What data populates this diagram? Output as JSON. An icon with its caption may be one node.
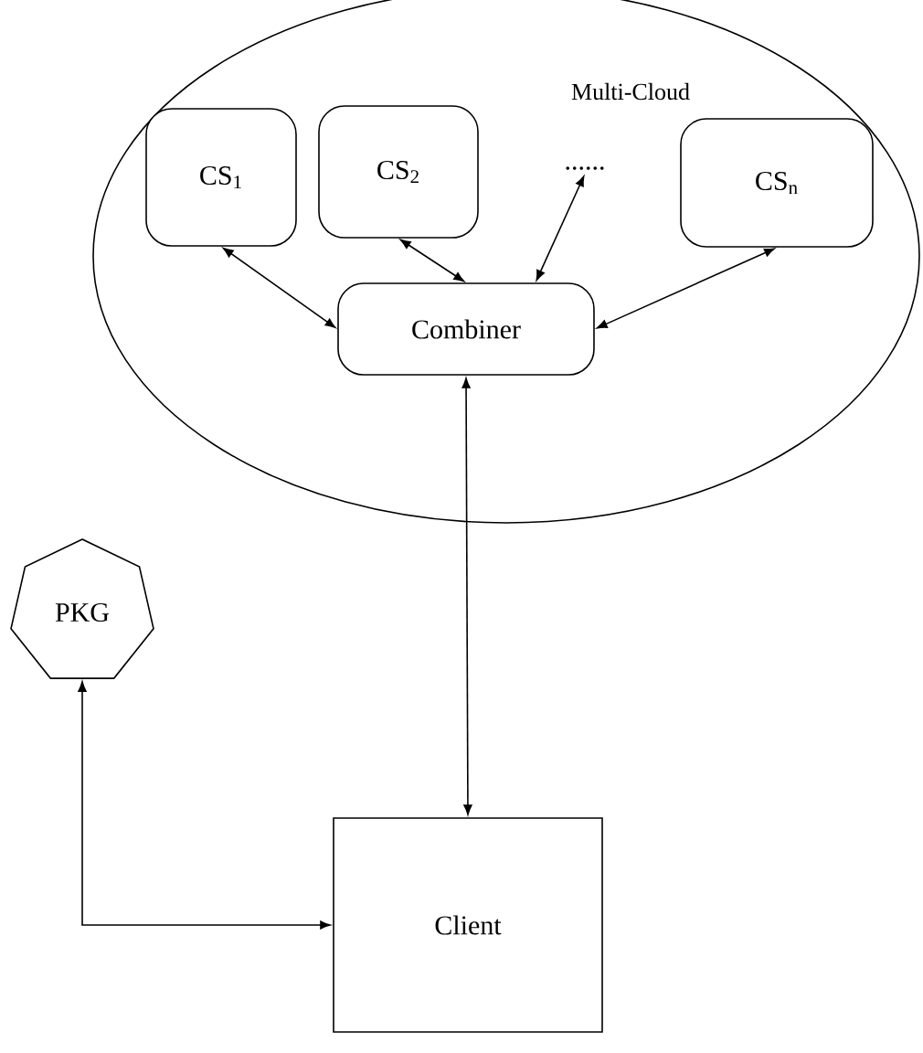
{
  "diagram": {
    "nodes": [
      {
        "text": [
          "Multi-Cloud"
        ]
      },
      {
        "text": [
          "CS$_{1}$"
        ],
        "in": 0
      },
      {
        "text": [
          "CS$_{2}$"
        ],
        "in": 0
      },
      {
        "text": [
          "......"
        ],
        "in": 0
      },
      {
        "text": [
          "CS$_{n}$"
        ],
        "in": 0
      },
      {
        "text": [
          "Combiner"
        ],
        "in": 0
      },
      {
        "text": [
          "PKG"
        ]
      },
      {
        "text": [
          "Client"
        ]
      }
    ],
    "edges": [
      {
        "from": 1,
        "to": 5,
        "arrow": "both"
      },
      {
        "from": 2,
        "to": 5,
        "arrow": "both"
      },
      {
        "from": 3,
        "to": 5,
        "arrow": "both"
      },
      {
        "from": 4,
        "to": 5,
        "arrow": "both"
      },
      {
        "from": 5,
        "to": 7,
        "arrow": "both"
      },
      {
        "from": 6,
        "to": 7,
        "arrow": "both"
      }
    ]
  }
}
